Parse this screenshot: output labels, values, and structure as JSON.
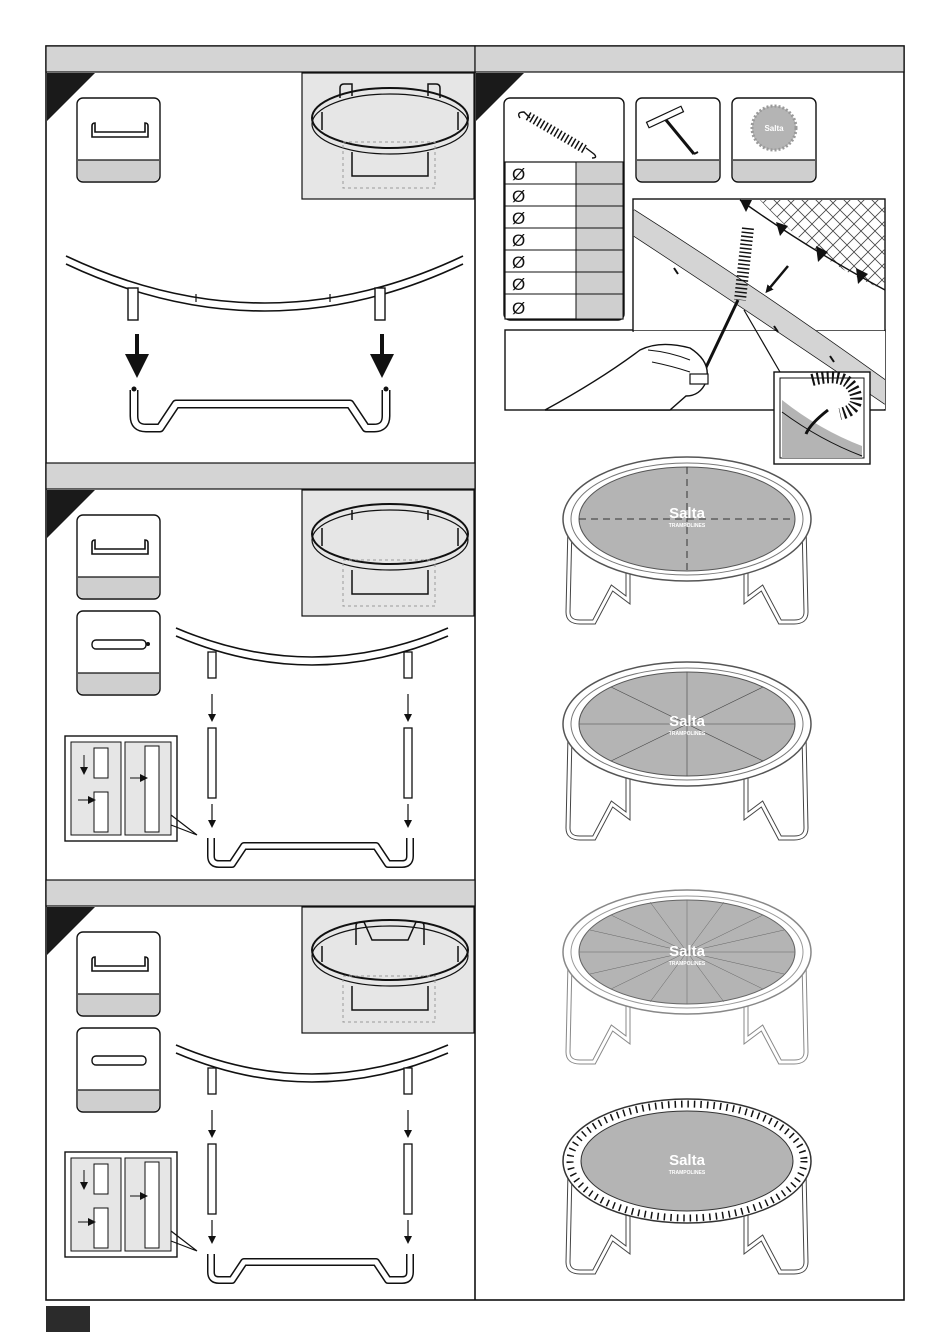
{
  "colors": {
    "header_bar": "#d4d4d4",
    "step_corner": "#1a1a1a",
    "panel_gray": "#e6e6e6",
    "mat_gray": "#b4b4b4",
    "part_card_bottom": "#cfcfcf",
    "line": "#111111",
    "footer_block": "#2b2b2b"
  },
  "brand": {
    "logo_text": "Salta",
    "logo_subtext": "TRAMPOLINES"
  },
  "springs_table": {
    "rows": [
      {
        "symbol": "Ø"
      },
      {
        "symbol": "Ø"
      },
      {
        "symbol": "Ø"
      },
      {
        "symbol": "Ø"
      },
      {
        "symbol": "Ø"
      },
      {
        "symbol": "Ø"
      },
      {
        "symbol": "Ø"
      }
    ]
  },
  "icons": {
    "w_leg": "w-leg-part-icon",
    "connector_tube": "connector-tube-part-icon",
    "straight_tube": "straight-tube-part-icon",
    "spring": "spring-icon",
    "spring_tool": "spring-puller-tool-icon",
    "mat": "jump-mat-icon",
    "arrow": "arrow-down-icon"
  }
}
